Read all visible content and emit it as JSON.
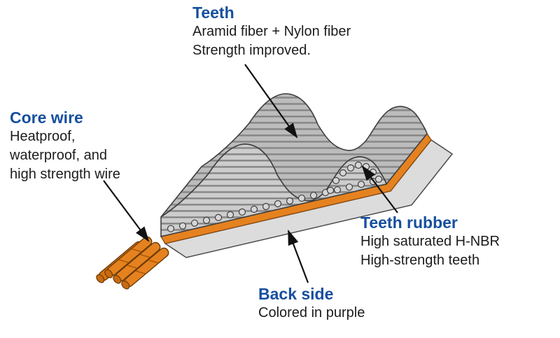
{
  "diagram": {
    "subject": "timing-belt-construction-cutaway",
    "colors": {
      "accent_blue": "#164f9e",
      "text": "#1c1c1c",
      "belt_face_gray": "#cdcdcd",
      "belt_top_gray": "#bcbcbc",
      "stripe_gray": "#858585",
      "outline": "#3f3f3f",
      "orange": "#e5821f",
      "orange_dark": "#6b3a05",
      "back_slab_gray": "#dcdcdc",
      "background": "#ffffff"
    }
  },
  "labels": {
    "teeth": {
      "title": "Teeth",
      "lines": [
        "Aramid fiber + Nylon fiber",
        "Strength improved."
      ]
    },
    "core_wire": {
      "title": "Core wire",
      "lines": [
        "Heatproof,",
        "waterproof, and",
        "high strength wire"
      ]
    },
    "teeth_rubber": {
      "title": "Teeth rubber",
      "lines": [
        "High saturated H-NBR",
        "High-strength teeth"
      ]
    },
    "back_side": {
      "title": "Back side",
      "lines": [
        "Colored in purple"
      ]
    }
  }
}
